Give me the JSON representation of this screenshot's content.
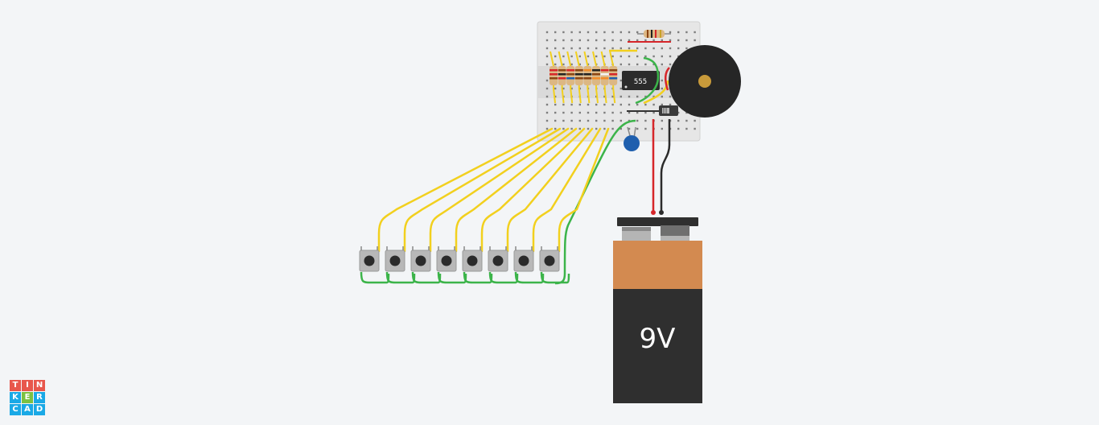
{
  "app": {
    "logo_letters": [
      "T",
      "I",
      "N",
      "K",
      "E",
      "R",
      "C",
      "A",
      "D"
    ]
  },
  "logo_colors": [
    "#e8574c",
    "#e8574c",
    "#e8574c",
    "#1aa9e6",
    "#7cc142",
    "#1aa9e6",
    "#1aa9e6",
    "#1aa9e6",
    "#1aa9e6"
  ],
  "chip": {
    "label": "555"
  },
  "battery": {
    "label": "9V"
  },
  "colors": {
    "wire_yellow": "#f2d01e",
    "wire_green": "#3cb44a",
    "wire_red": "#d6262a",
    "wire_black": "#2b2b2b",
    "battery_top": "#d38a50",
    "battery_body": "#2f2f2f",
    "capacitor": "#1f5fae",
    "buzzer": "#262626"
  }
}
